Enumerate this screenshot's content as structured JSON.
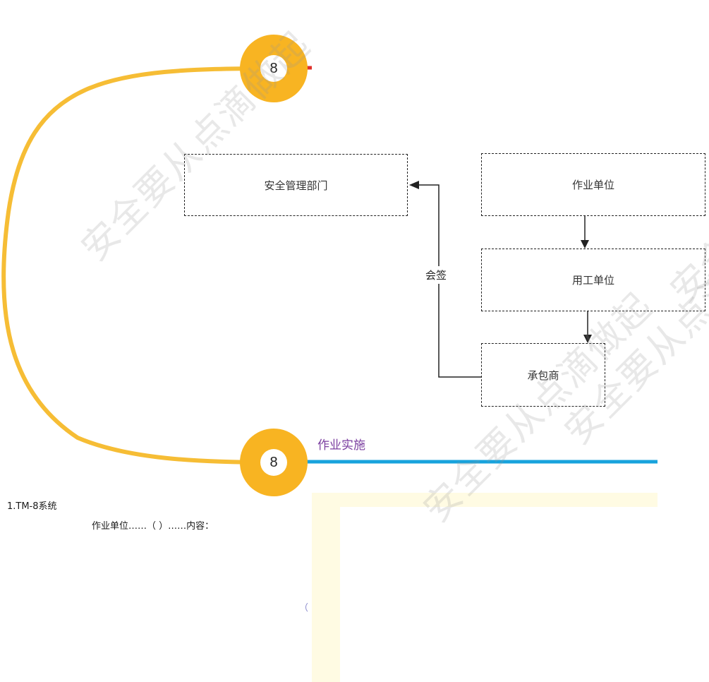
{
  "colors": {
    "badge": "#F8B422",
    "badge_curve": "#F6BD35",
    "accent_line": "#18A3DD",
    "marker": "#E0312B",
    "section_title": "#7B3FA0",
    "panel_bg": "#FFFBE3",
    "watermark": "#9A9A9A"
  },
  "badges": [
    {
      "label": "8"
    },
    {
      "label": "8"
    }
  ],
  "flow": {
    "box_safety": "安全管理部门",
    "box_top_right": "作业单位",
    "box_mid_right": "用工单位",
    "box_bottom_right": "承包商",
    "edge_label": "会签"
  },
  "section_title": "作业实施",
  "snippets": {
    "left_line1": "1.TM-8系统",
    "left_line2": "作业单位……（ ）……内容：",
    "side_mark": "（"
  },
  "watermark": {
    "text": "安全要从点滴做起"
  }
}
